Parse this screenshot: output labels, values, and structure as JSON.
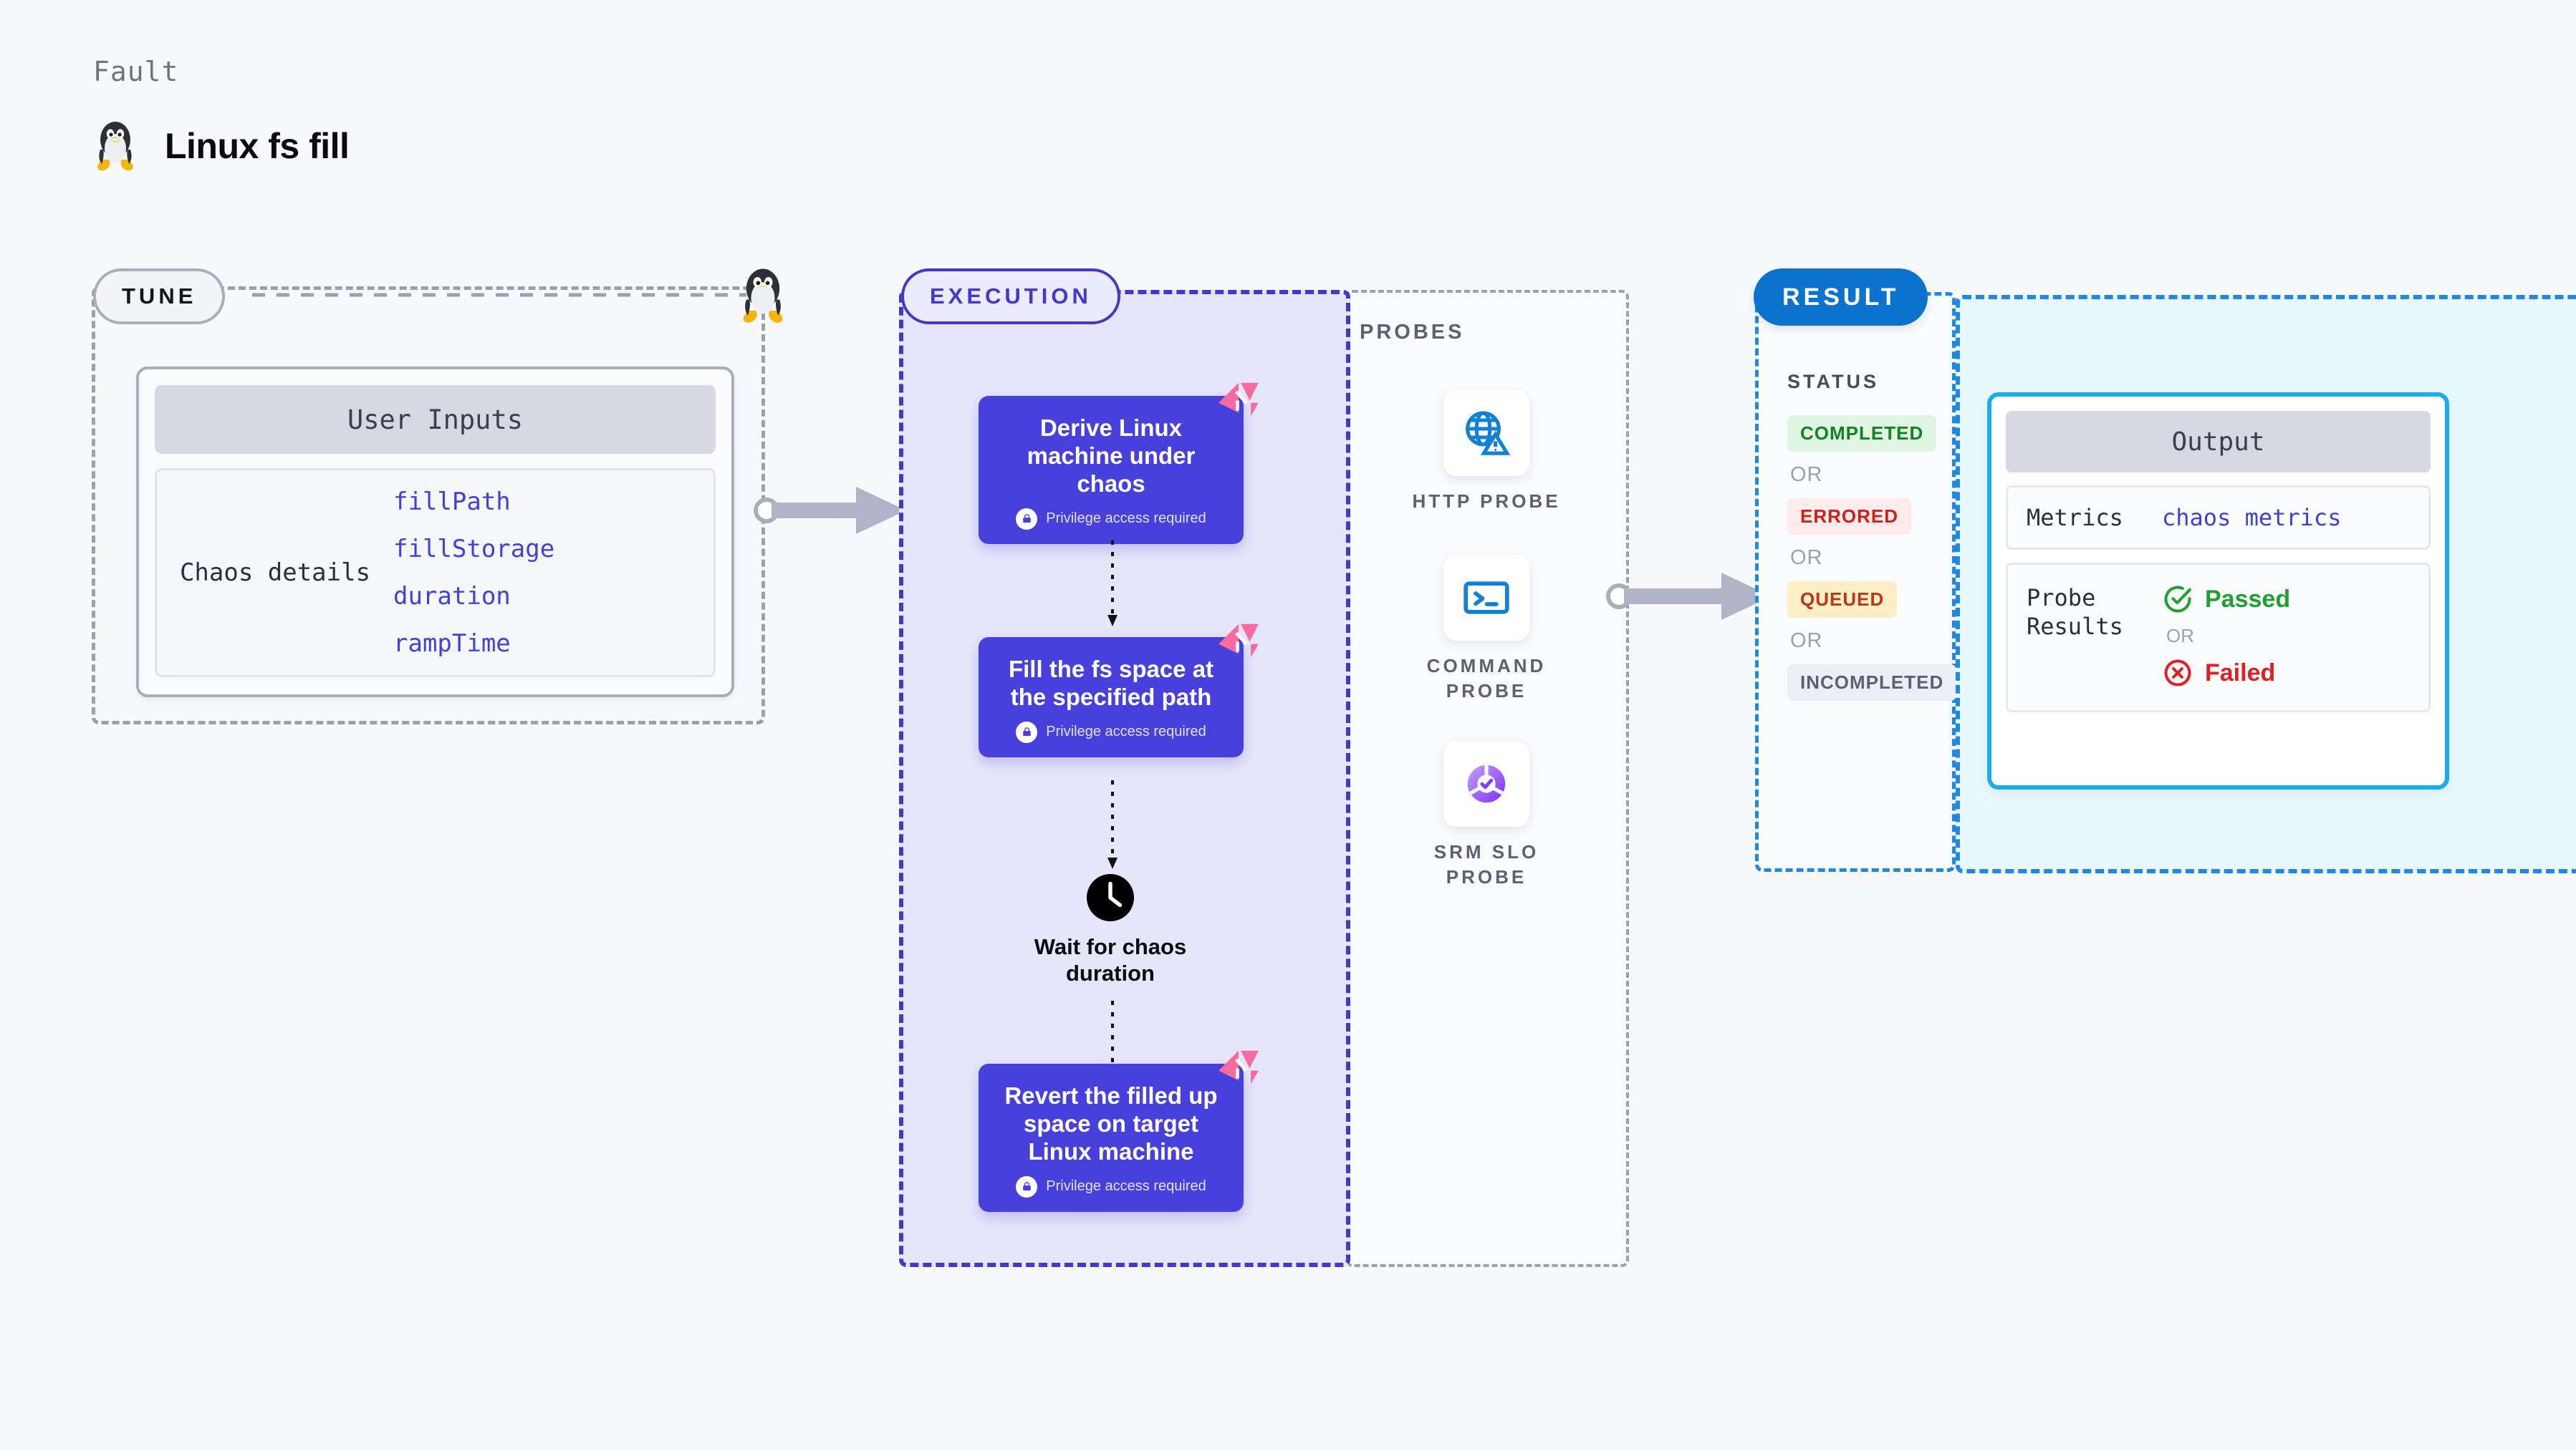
{
  "header": {
    "kicker": "Fault",
    "title": "Linux fs fill",
    "icon": "linux-tux-icon"
  },
  "tune": {
    "badge": "TUNE",
    "card": {
      "header": "User Inputs",
      "rows": [
        {
          "key": "Chaos details",
          "values": [
            "fillPath",
            "fillStorage",
            "duration",
            "rampTime"
          ]
        }
      ]
    }
  },
  "execution": {
    "badge": "EXECUTION",
    "steps": [
      {
        "title": "Derive Linux machine under chaos",
        "privilege": "Privilege access required",
        "badge_icon": "harness-chaos-icon",
        "lock_icon": "lock-icon"
      },
      {
        "title": "Fill the fs space at the specified path",
        "privilege": "Privilege access required",
        "badge_icon": "harness-chaos-icon",
        "lock_icon": "lock-icon"
      },
      {
        "title": "Revert the filled up space on target Linux machine",
        "privilege": "Privilege access required",
        "badge_icon": "harness-chaos-icon",
        "lock_icon": "lock-icon"
      }
    ],
    "wait_node": {
      "icon": "clock-icon",
      "label": "Wait for chaos duration"
    }
  },
  "probes": {
    "title": "PROBES",
    "items": [
      {
        "label": "HTTP PROBE",
        "icon": "globe-warning-icon"
      },
      {
        "label": "COMMAND PROBE",
        "icon": "terminal-icon"
      },
      {
        "label": "SRM SLO PROBE",
        "icon": "slo-donut-check-icon"
      }
    ]
  },
  "result": {
    "badge": "RESULT",
    "status": {
      "title": "STATUS",
      "or_label": "OR",
      "chips": [
        {
          "label": "COMPLETED",
          "tone": "completed",
          "color": "#118322",
          "bg": "#e0f5e2"
        },
        {
          "label": "ERRORED",
          "tone": "errored",
          "color": "#cc2118",
          "bg": "#fdeaea"
        },
        {
          "label": "QUEUED",
          "tone": "queued",
          "color": "#b8371b",
          "bg": "#fdeec5"
        },
        {
          "label": "INCOMPLETED",
          "tone": "incompleted",
          "color": "#5b6173",
          "bg": "#eceef5"
        }
      ]
    },
    "output": {
      "header": "Output",
      "metrics_key": "Metrics",
      "metrics_value": "chaos metrics",
      "probe_results_key": "Probe Results",
      "passed_label": "Passed",
      "passed_icon": "check-circle-icon",
      "or_label": "OR",
      "failed_label": "Failed",
      "failed_icon": "x-circle-icon"
    }
  },
  "colors": {
    "background": "#f8f9fd",
    "indigo": "#4840dd",
    "indigo_border": "#4338ca",
    "result_blue": "#0b72ce",
    "output_border": "#19aee6",
    "pink_badge": "#fb6a9e",
    "probe_blue": "#1280d4",
    "slo_purple": "#8b3df0"
  }
}
